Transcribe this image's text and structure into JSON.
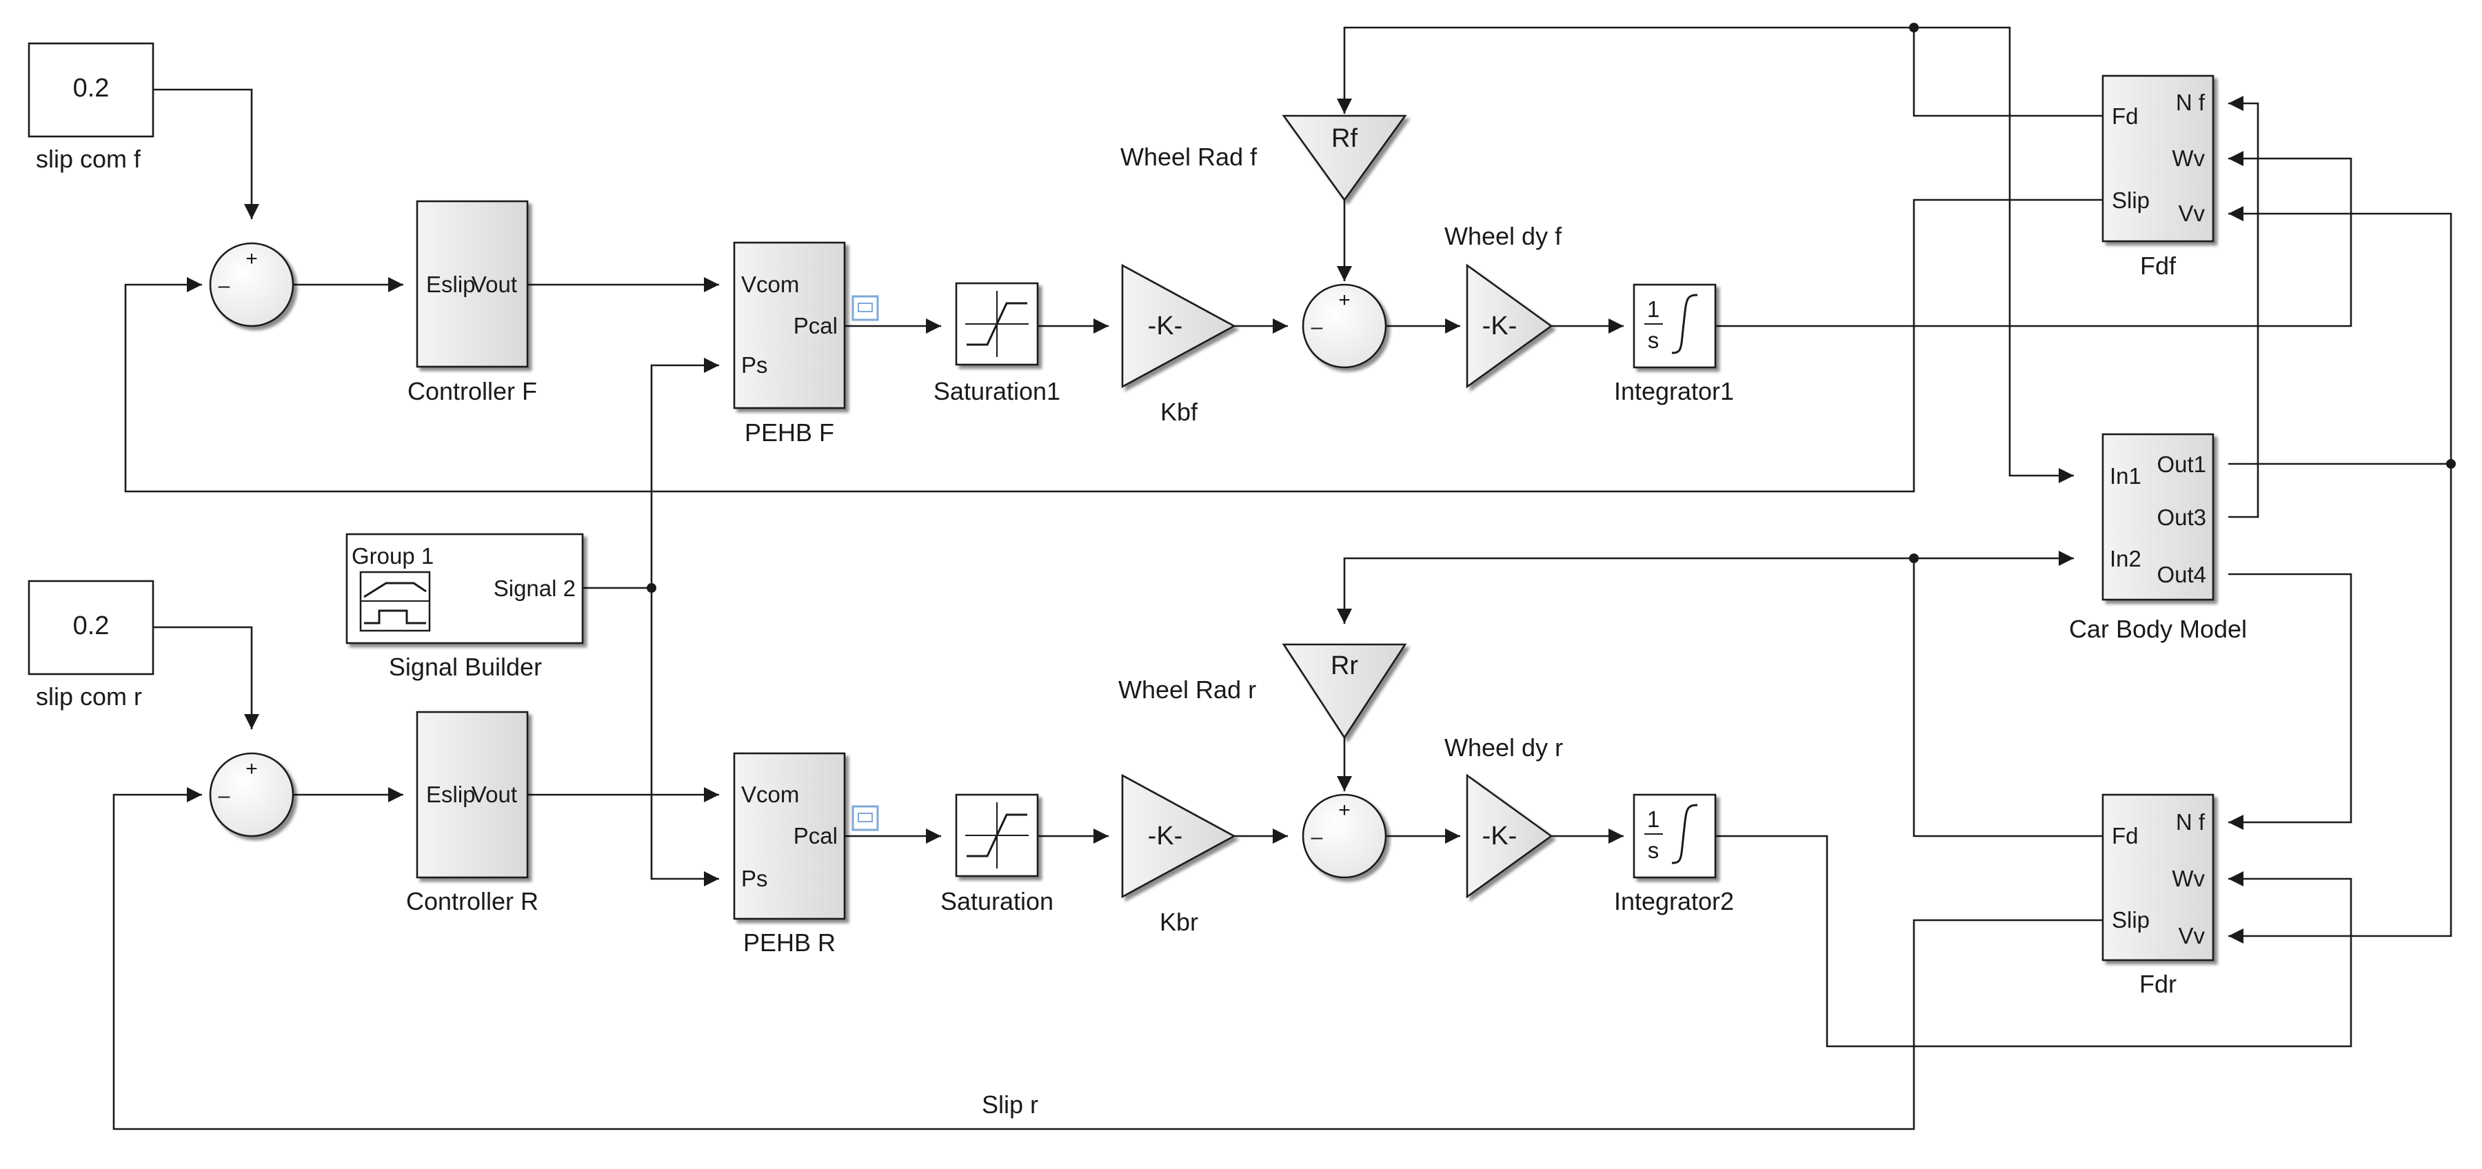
{
  "constants": {
    "slip_f_value": "0.2",
    "slip_r_value": "0.2"
  },
  "labels": {
    "slip_com_f": "slip com f",
    "slip_com_r": "slip com r",
    "controller_f": "Controller F",
    "controller_r": "Controller R",
    "pehb_f": "PEHB F",
    "pehb_r": "PEHB R",
    "saturation1": "Saturation1",
    "saturation": "Saturation",
    "kbf": "Kbf",
    "kbr": "Kbr",
    "integrator1": "Integrator1",
    "integrator2": "Integrator2",
    "wheel_rad_f": "Wheel Rad f",
    "wheel_rad_r": "Wheel Rad  r",
    "wheel_dy_f": "Wheel dy f",
    "wheel_dy_r": "Wheel dy r",
    "fdf": "Fdf",
    "fdr": "Fdr",
    "car_body": "Car Body Model",
    "signal_builder": "Signal Builder",
    "slip_r_signal": "Slip r"
  },
  "ports": {
    "eslip": "Eslip",
    "vout": "Vout",
    "vcom": "Vcom",
    "pcal": "Pcal",
    "ps": "Ps",
    "fd": "Fd",
    "slip": "Slip",
    "nf": "N f",
    "wv": "Wv",
    "vv": "Vv",
    "in1": "In1",
    "in2": "In2",
    "out1": "Out1",
    "out3": "Out3",
    "out4": "Out4"
  },
  "blocks": {
    "gain_text": "-K-",
    "rf": "Rf",
    "rr": "Rr",
    "plus": "+",
    "minus": "–",
    "int_num": "1",
    "int_den": "s",
    "group": "Group  1",
    "signal2": "Signal 2"
  },
  "colors": {
    "line": "#1a1a1a",
    "block_fill": "#e8e8e8",
    "port_icon": "#7fa8d8"
  }
}
